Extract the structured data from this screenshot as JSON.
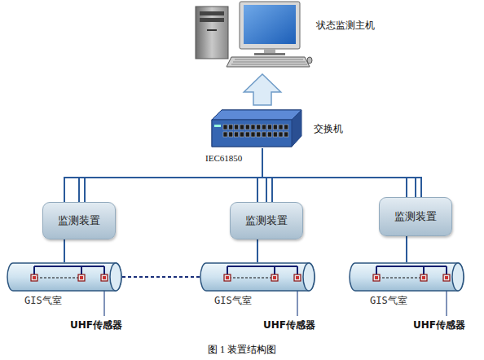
{
  "diagram": {
    "caption": "图 1 装置结构图",
    "nodes": [
      {
        "text": [
          "状态监测主机"
        ]
      },
      {
        "text": [
          "交换机"
        ]
      },
      {
        "text": [
          "监测装置"
        ]
      },
      {
        "text": [
          "监测装置"
        ]
      },
      {
        "text": [
          "监测装置"
        ]
      },
      {
        "text": [
          "GIS气室"
        ]
      },
      {
        "text": [
          "GIS气室"
        ]
      },
      {
        "text": [
          "GIS气室"
        ]
      }
    ],
    "edges": [
      {
        "from": 1,
        "to": 0,
        "arrow": "to"
      },
      {
        "from": 1,
        "to": 2,
        "arrow": "none"
      },
      {
        "from": 1,
        "to": 3,
        "arrow": "none"
      },
      {
        "from": 1,
        "to": 4,
        "arrow": "none"
      },
      {
        "from": 2,
        "to": 5,
        "arrow": "none"
      },
      {
        "from": 3,
        "to": 6,
        "arrow": "none"
      },
      {
        "from": 4,
        "to": 7,
        "arrow": "none"
      }
    ],
    "labels": [
      "IEC61850",
      "UHF传感器",
      "UHF传感器",
      "UHF传感器"
    ]
  }
}
